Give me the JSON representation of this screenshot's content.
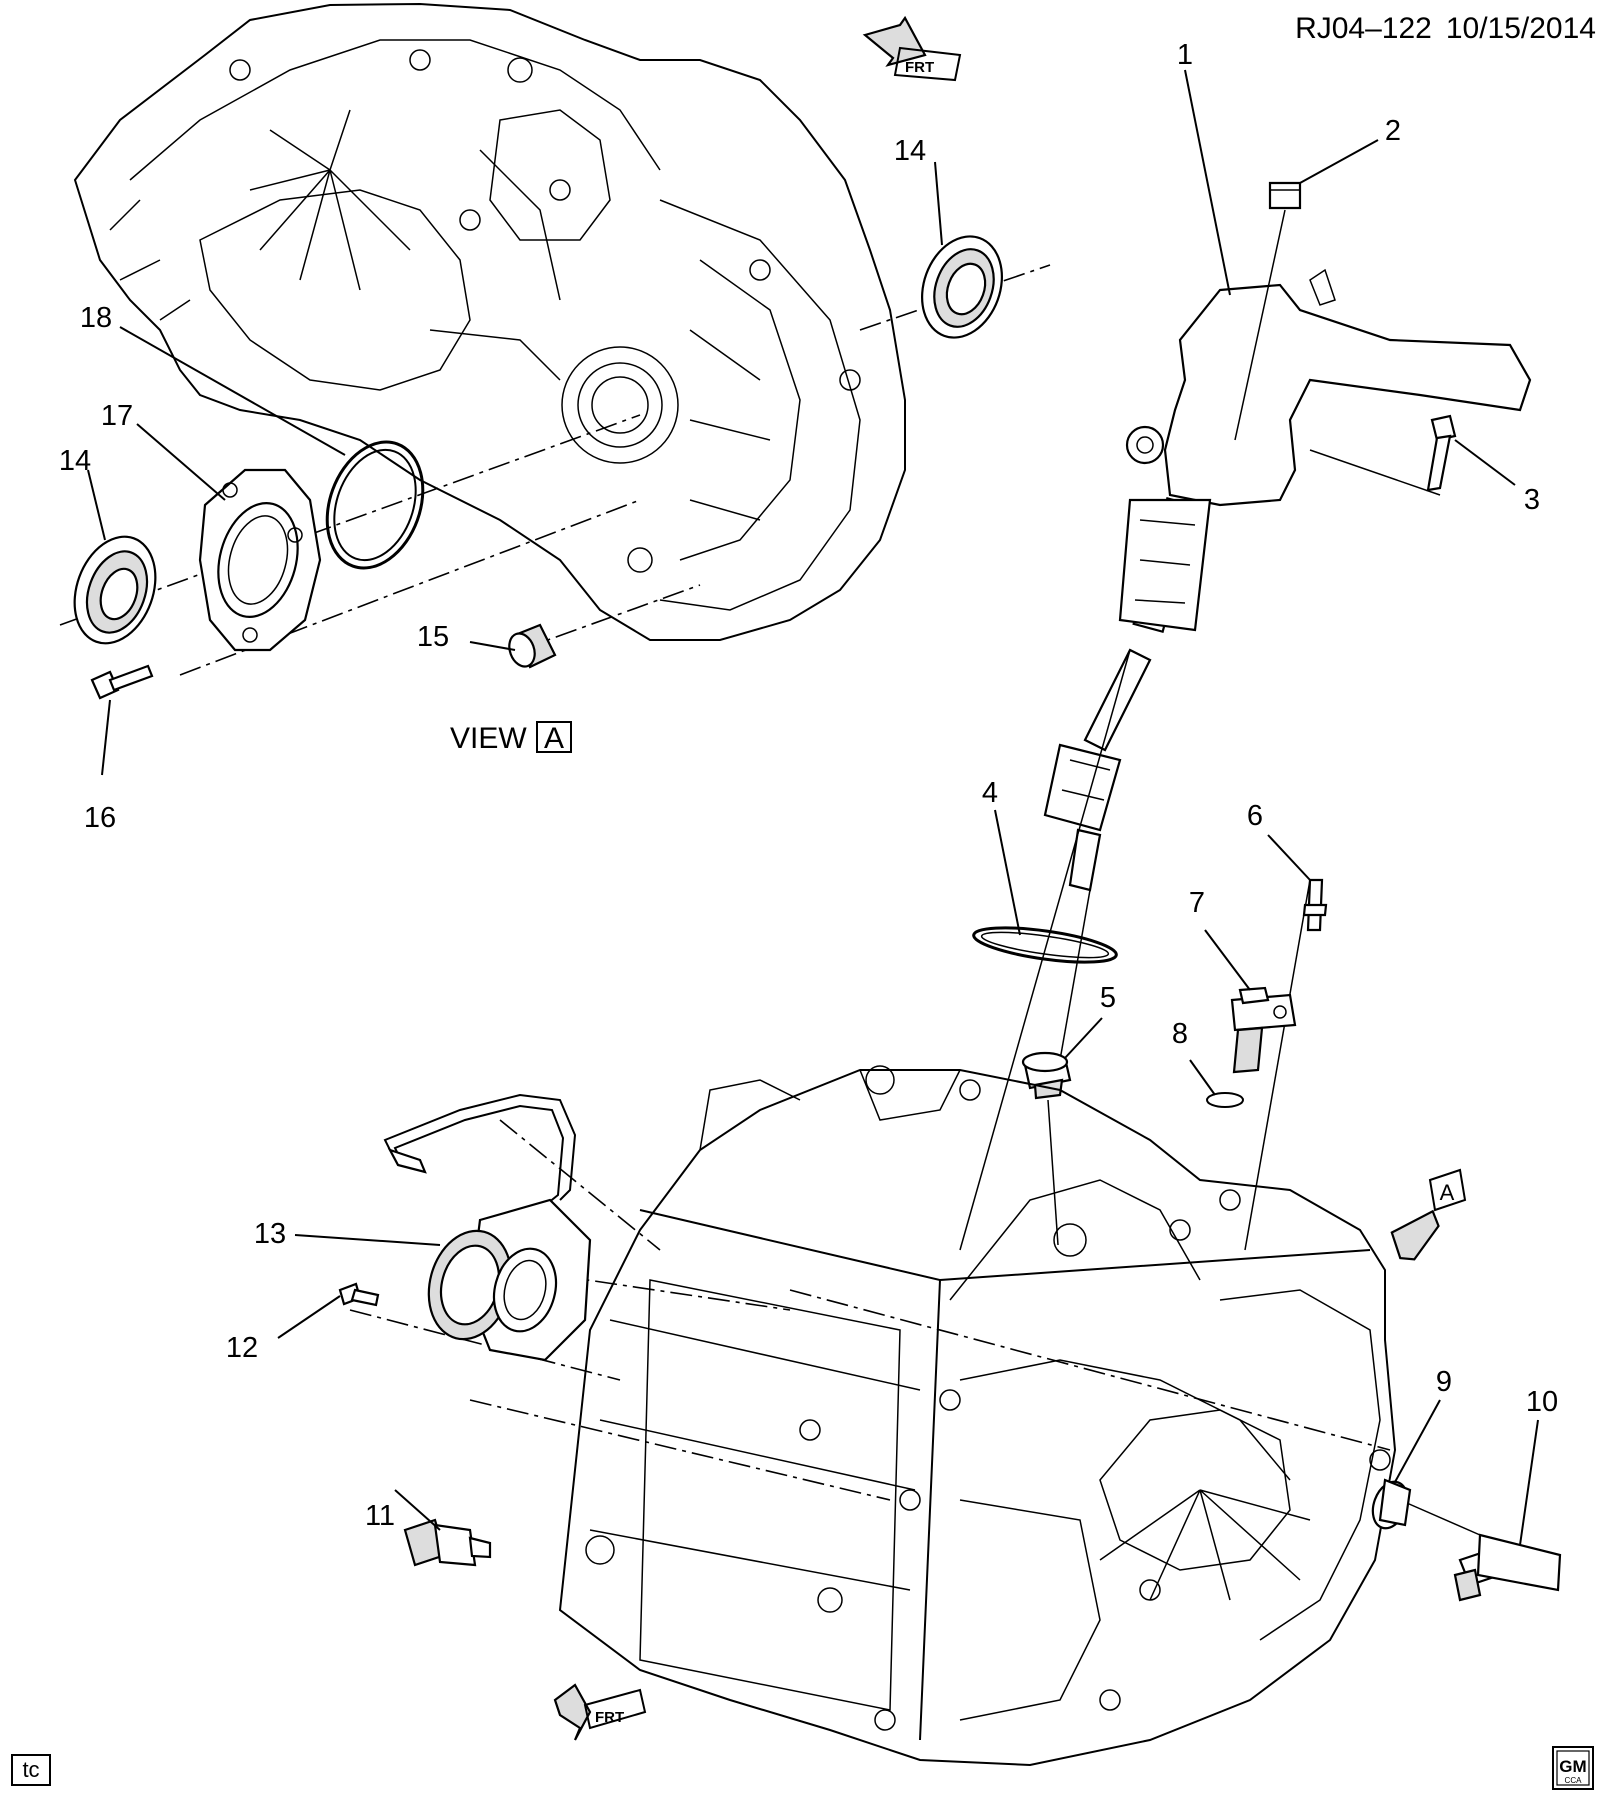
{
  "header": {
    "code": "RJ04–122",
    "date": "10/15/2014"
  },
  "view_label": {
    "text": "VIEW",
    "letter": "A"
  },
  "view_arrow_letter": "A",
  "front_arrows": [
    {
      "text": "FRT"
    },
    {
      "text": "FRT"
    }
  ],
  "corner_tag": "tc",
  "logo": {
    "brand": "GM",
    "sub": "CCA"
  },
  "callouts": [
    "1",
    "2",
    "3",
    "4",
    "5",
    "6",
    "7",
    "8",
    "9",
    "10",
    "11",
    "12",
    "13",
    "14",
    "14",
    "15",
    "16",
    "17",
    "18"
  ]
}
